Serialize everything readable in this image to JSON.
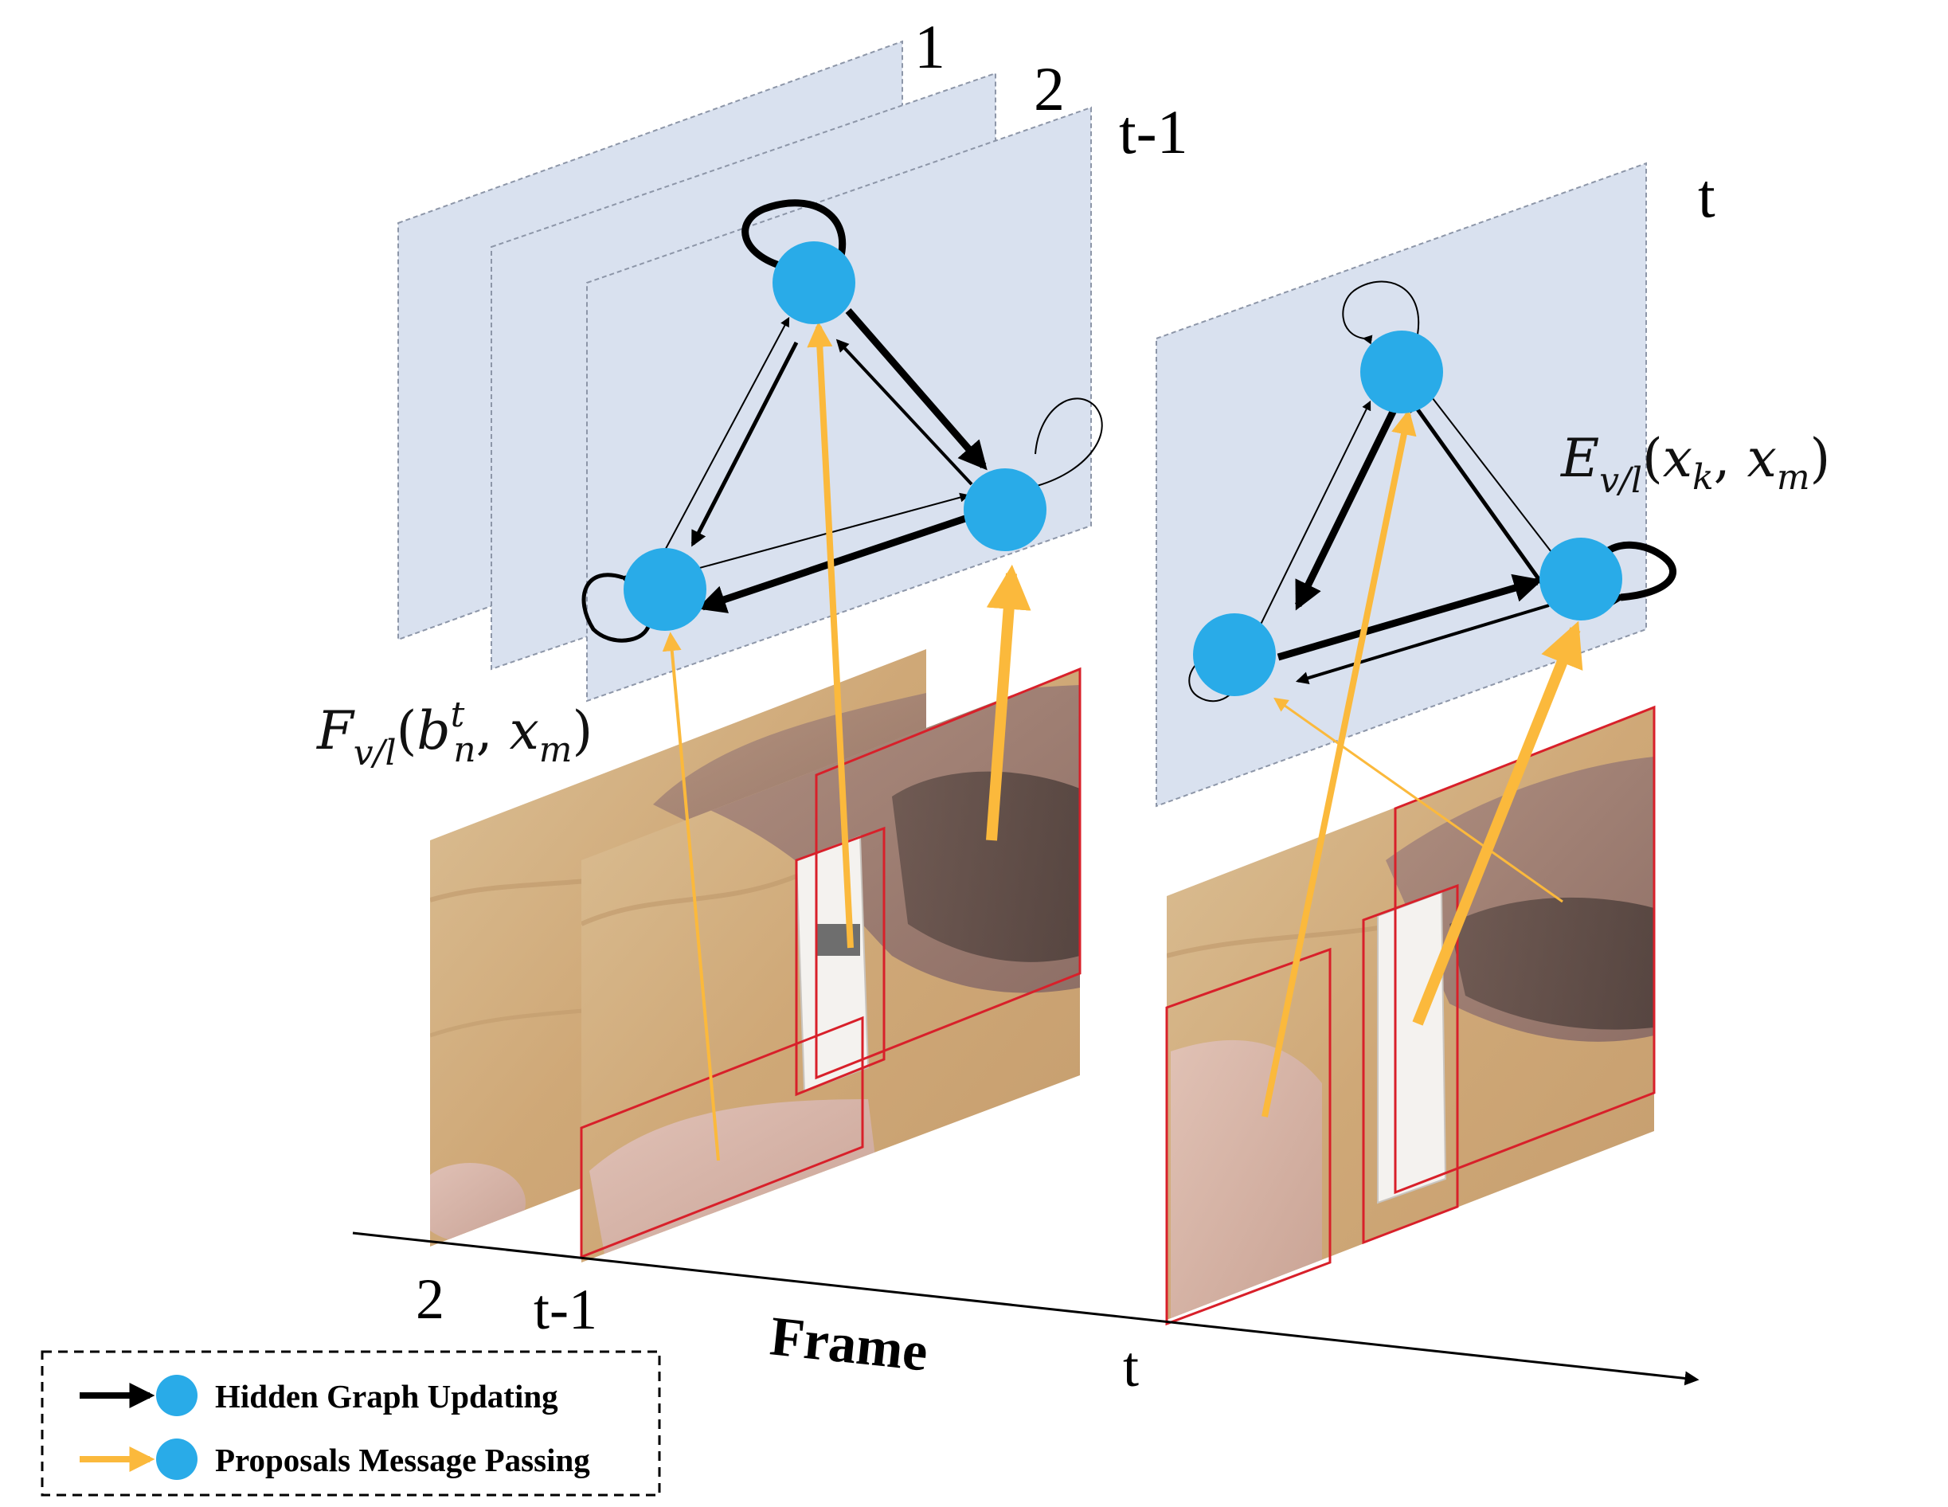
{
  "layer_labels": {
    "first": "1",
    "second": "2",
    "prev": "t-1",
    "current": "t"
  },
  "formulas": {
    "proposal_fn": {
      "base": "F",
      "sub": "v/l",
      "open": "(",
      "arg1_base": "b",
      "arg1_sup": "t",
      "arg1_sub": "n",
      "comma": ", ",
      "arg2_base": "x",
      "arg2_sub": "m",
      "close": ")"
    },
    "edge_fn": {
      "base": "E",
      "sub": "v/l",
      "open": "(",
      "arg1_base": "x",
      "arg1_sub": "k",
      "comma": ", ",
      "arg2_base": "x",
      "arg2_sub": "m",
      "close": ")"
    }
  },
  "axis": {
    "title": "Frame",
    "ticks": [
      "2",
      "t-1",
      "t"
    ]
  },
  "legend": {
    "items": [
      {
        "label": "Hidden Graph Updating",
        "arrow_color": "#000000"
      },
      {
        "label": "Proposals Message Passing",
        "arrow_color": "#FBB93C"
      }
    ]
  },
  "colors": {
    "node": "#29ABE8",
    "graph_plane": "#D9E1EF",
    "plane_border": "#8D96A8",
    "hidden_update_arrow": "#000000",
    "message_arrow": "#FBB93C",
    "proposal_box": "#D8202A",
    "frame_wood": "#D2B285",
    "frame_hand": "#C9A393"
  }
}
